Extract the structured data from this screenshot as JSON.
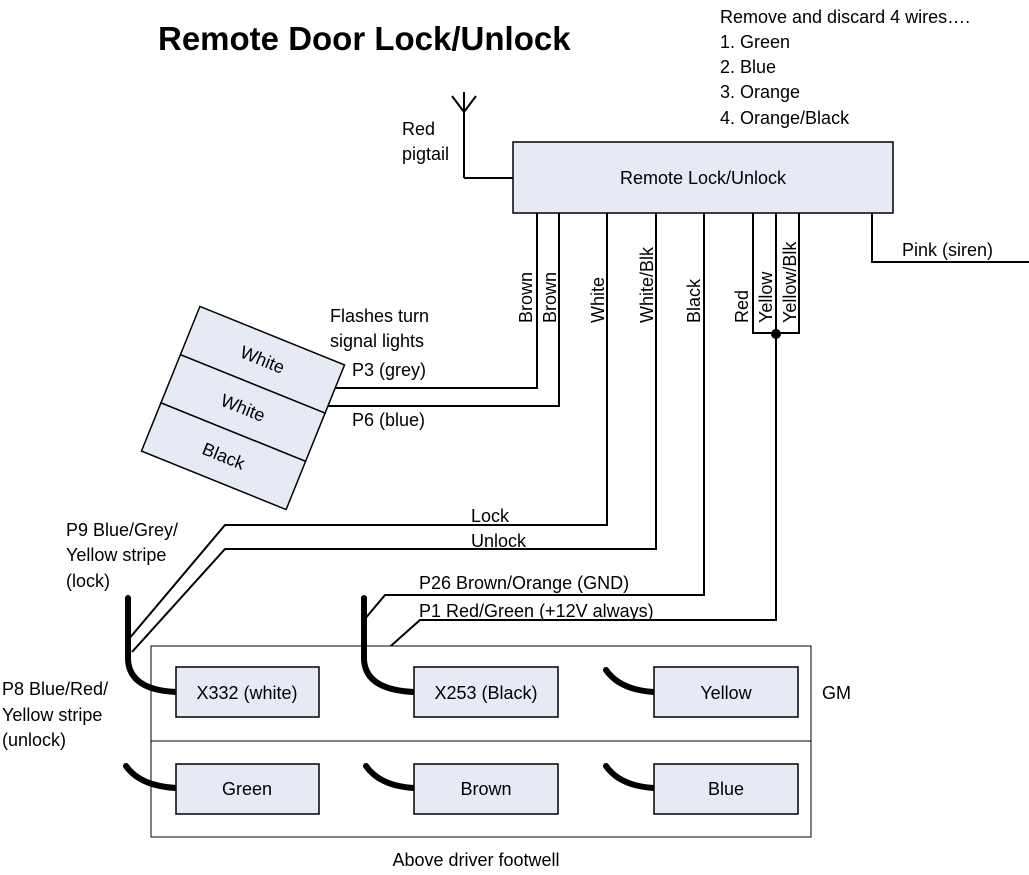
{
  "title": "Remote Door Lock/Unlock",
  "instructions": {
    "header": "Remove and discard 4 wires….",
    "items": [
      "1. Green",
      "2. Blue",
      "3. Orange",
      "4. Orange/Black"
    ]
  },
  "antenna_label": [
    "Red",
    "pigtail"
  ],
  "module": {
    "label": "Remote Lock/Unlock",
    "wires": {
      "brown_1": "Brown",
      "brown_2": "Brown",
      "white": "White",
      "white_blk": "White/Blk",
      "black": "Black",
      "red": "Red",
      "yellow": "Yellow",
      "yellow_blk": "Yellow/Blk"
    },
    "siren": "Pink (siren)"
  },
  "turn_signal": {
    "note": [
      "Flashes turn",
      "signal lights"
    ],
    "p3": "P3 (grey)",
    "p6": "P6 (blue)",
    "rows": [
      "White",
      "White",
      "Black"
    ]
  },
  "signals": {
    "lock": "Lock",
    "unlock": "Unlock",
    "p9": [
      "P9 Blue/Grey/",
      "Yellow stripe",
      "(lock)"
    ],
    "p8": [
      "P8 Blue/Red/",
      "Yellow stripe",
      "(unlock)"
    ],
    "p26": "P26  Brown/Orange (GND)",
    "p1": "P1  Red/Green (+12V always)"
  },
  "gm": {
    "label": "GM",
    "connectors_top": [
      "X332 (white)",
      "X253 (Black)",
      "Yellow"
    ],
    "connectors_bottom": [
      "Green",
      "Brown",
      "Blue"
    ],
    "location": "Above driver footwell"
  }
}
